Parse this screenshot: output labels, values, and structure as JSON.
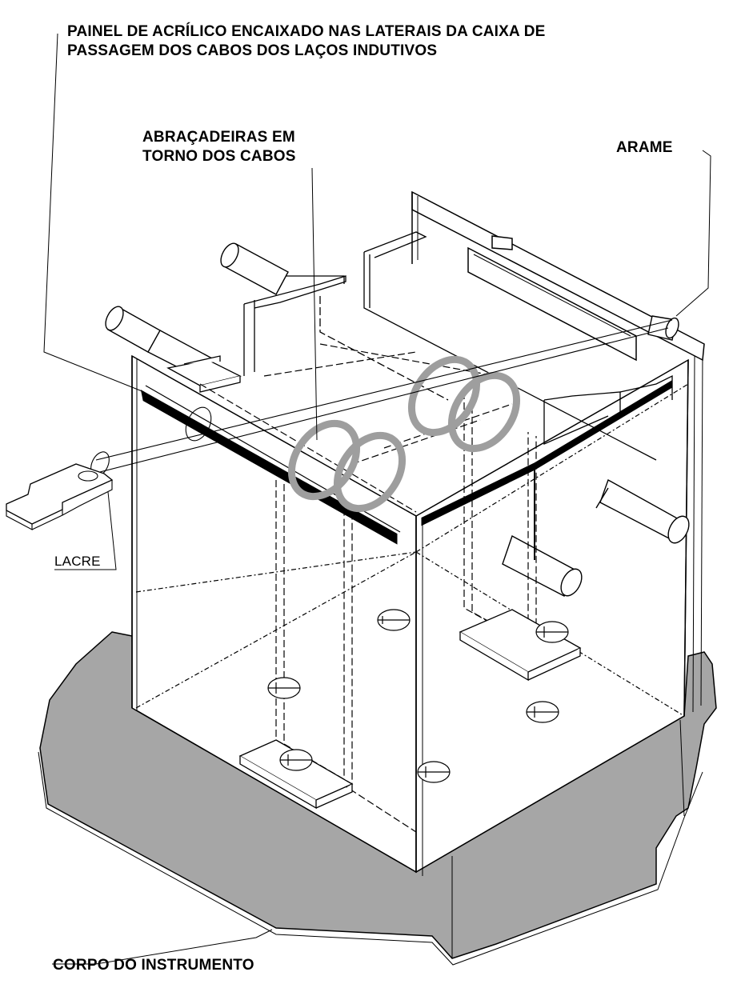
{
  "labels": {
    "painel": [
      "PAINEL DE ACRÍLICO ENCAIXADO NAS LATERAIS DA CAIXA DE",
      "PASSAGEM DOS CABOS DOS LAÇOS INDUTIVOS"
    ],
    "abracadeiras": [
      "ABRAÇADEIRAS EM",
      "TORNO DOS CABOS"
    ],
    "arame": "ARAME",
    "lacre": "LACRE",
    "corpo": "CORPO DO INSTRUMENTO"
  },
  "colors": {
    "base_fill": "#a6a6a6",
    "clamp_stroke": "#9e9e9e",
    "line": "#000000"
  }
}
